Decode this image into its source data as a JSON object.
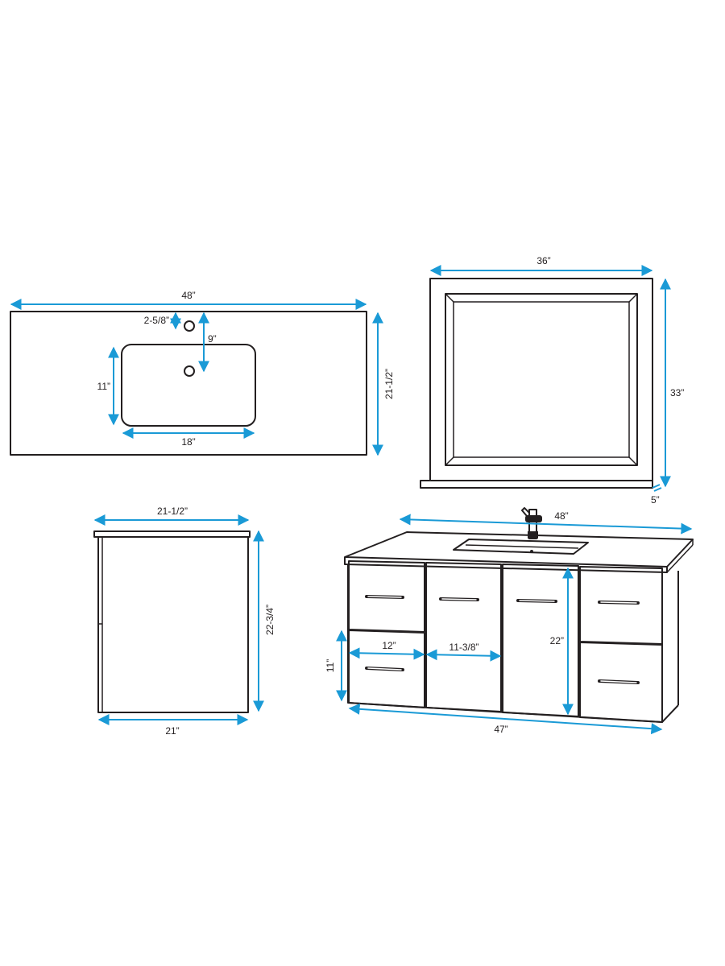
{
  "colors": {
    "outline": "#231f20",
    "dimension": "#1a9ad6",
    "background": "#ffffff"
  },
  "countertop_top_view": {
    "width_label": "48”",
    "depth_label": "21-1/2”",
    "faucet_hole_offset_label": "2-5/8”",
    "hole_spacing_label": "9”",
    "sink_depth_label": "11”",
    "sink_width_label": "18”"
  },
  "mirror": {
    "width_label": "36”",
    "height_label": "33”",
    "shelf_depth_label": "5”"
  },
  "side_view": {
    "top_depth_label": "21-1/2”",
    "height_label": "22-3/4”",
    "base_depth_label": "21”"
  },
  "front_view": {
    "top_width_label": "48”",
    "height_label": "22”",
    "drawer_height_label": "11”",
    "drawer_width_label": "12”",
    "door_width_label": "11-3/8”",
    "base_width_label": "47”"
  }
}
